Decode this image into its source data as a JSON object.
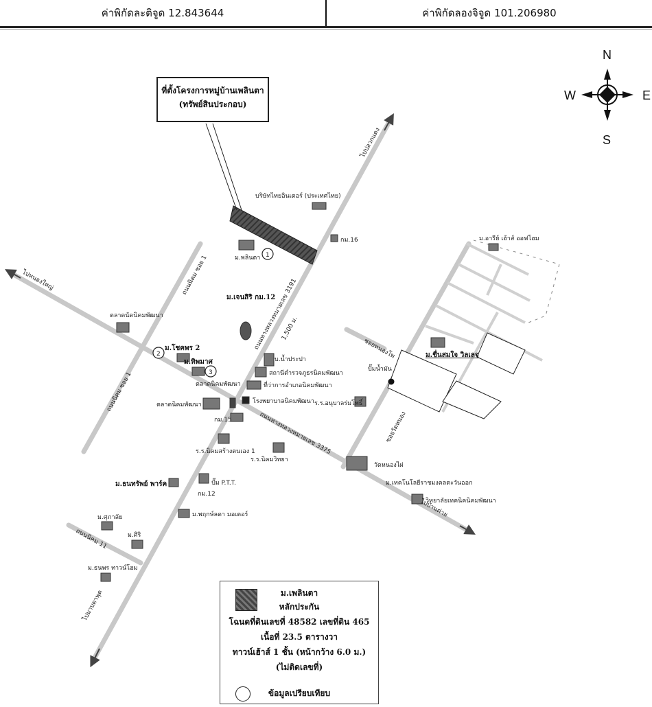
{
  "header": {
    "latitude_label": "ค่าพิกัดละติจูด 12.843644",
    "longitude_label": "ค่าพิกัดลองจิจูด 101.206980"
  },
  "compass": {
    "n": "N",
    "s": "S",
    "e": "E",
    "w": "W"
  },
  "callout": {
    "line1": "ที่ตั้งโครงการหมู่บ้านเพลินตา",
    "line2": "(ทรัพย์สินประกอบ)"
  },
  "map_labels": {
    "road_main_top": "ไปปลวกแดง",
    "road_main_bottom": "ไปมาบตาพุด",
    "road_cross_left": "ไปหนองใหญ่",
    "road_cross_right": "ไปบ้านค่าย",
    "highway_3191": "ถนนทางหลวงหมายเลข 3191",
    "highway_3375": "ถนนทางหลวงหมายเลข 3375",
    "distance": "1,500 ม.",
    "soi_1a": "ถนนนิคม ซอย 1",
    "soi_1b": "ถนนนิคม ซอย 1",
    "soi_11": "ถนนนิคม 11",
    "soi_nongpho": "ซอยหนองโพ",
    "soi_right": "ซอยวัดหนอง",
    "factory": "บริษัทไทยอินเตอร์ (ประเทศไทย)",
    "km16": "กม.16",
    "village_subject": "ม.พลินตา",
    "village_12": "ม.เจนสิริ กม.12",
    "village_2": "ม.โชคพร 2",
    "village_3": "ม.ทิพมาศ",
    "market": "ตลาดนัดนิคมพัฒนา",
    "school": "ตลาดนิคมพัฒนา",
    "office": "ที่ว่าการอำเภอนิคมพัฒนา",
    "hospital": "โรงพยาบาลนิคมพัฒนา",
    "water": "บ.น้ำประปา",
    "police": "สถานีตำรวจภูธรนิคมพัฒนา",
    "market2": "ตลาดนิคมพัฒนา",
    "km15": "กม.15",
    "school2": "ร.ร.นิคมสร้างตนเอง 1",
    "school3": "ร.ร.นิคมวิทยา",
    "school4": "ร.ร.อนุบาลร่มโพธิ์",
    "village_park": "ม.ธนทรัพย์ พาร์ค",
    "ptt": "ปั๊ม P.T.T.",
    "km12": "กม.12",
    "village_pruk": "ม.พฤกษ์ลดา มอเตอร์",
    "village_ruen": "ม.ชื่นสมใจ วิลเลจ",
    "village_ee": "ม.อารีย์ เฮ้าส์ ออฟโฮม",
    "village_sub": "ม.ศุภาลัย",
    "village_sirin": "ม.ศิริ",
    "village_lower": "ม.ธนพร ทาวน์โฮม",
    "junction": "ปั๊มน้ำมัน",
    "temple": "วัดหนองไผ่",
    "college": "ม.เทคโนโลยีราชมงคลตะวันออก",
    "tech": "วิทยาลัยเทคนิคนิคมพัฒนา",
    "pin1": "1",
    "pin2": "2",
    "pin3": "3"
  },
  "legend": {
    "title": "ม.เพลินตา",
    "subtitle": "หลักประกัน",
    "deed": "โฉนดที่ดินเลขที่ 48582 เลขที่ดิน 465",
    "area": "เนื้อที่ 23.5 ตารางวา",
    "type": "ทาวน์เฮ้าส์ 1 ชั้น (หน้ากว้าง 6.0 ม.)",
    "no_number": "(ไม่ติดเลขที่)",
    "comparison": "ข้อมูลเปรียบเทียบ"
  }
}
